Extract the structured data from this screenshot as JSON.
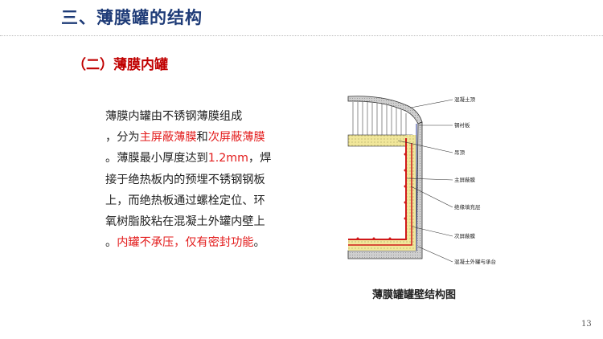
{
  "header": {
    "title": "三、薄膜罐的结构"
  },
  "section": {
    "subtitle": "（二）薄膜内罐"
  },
  "body": {
    "line1": "薄膜内罐由不锈钢薄膜组成",
    "line2_a": "，分为",
    "line2_red1": "主屏蔽薄膜",
    "line2_b": "和",
    "line2_red2": "次屏蔽薄膜",
    "line3_a": "。薄膜最小厚度达到",
    "line3_red": "1.2mm",
    "line3_b": "，焊",
    "line4": "接于绝热板内的预埋不锈钢钢板",
    "line5": "上，而绝热板通过螺栓定位、环",
    "line6": "氧树脂胶粘在混凝土外罐内壁上",
    "line7_a": "。",
    "line7_red": "内罐不承压，仅有密封功能",
    "line7_b": "。"
  },
  "diagram": {
    "labels": [
      "混凝土顶",
      "钢衬板",
      "吊顶",
      "主屏蔽膜",
      "绝缘填充层",
      "次屏蔽膜",
      "混凝土外罐与承台"
    ],
    "caption": "薄膜罐罐壁结构图"
  },
  "page": {
    "number": "13"
  },
  "colors": {
    "title": "#1f3c78",
    "accent_red": "#c00000",
    "highlight_red": "#e31b1b"
  }
}
